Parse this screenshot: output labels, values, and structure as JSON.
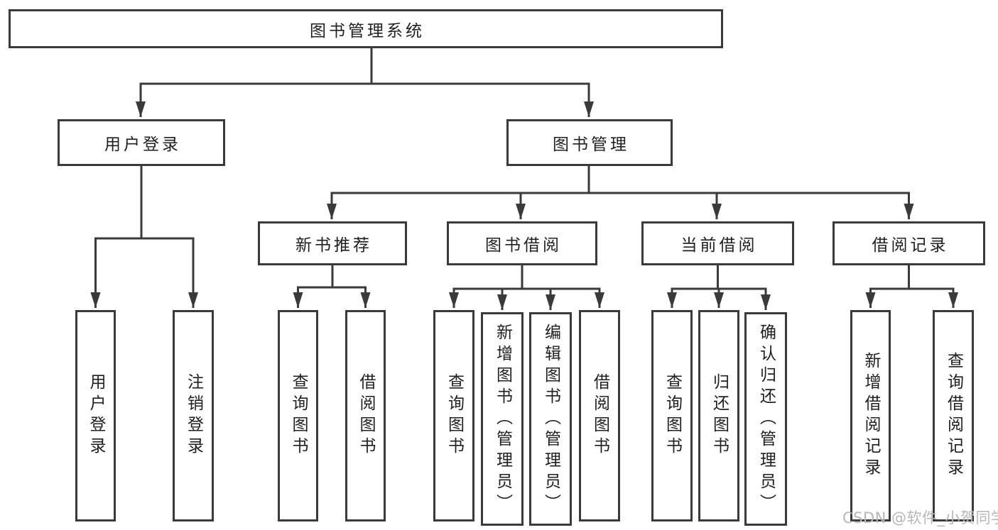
{
  "nodes": {
    "root": "图书管理系统",
    "user_login": "用户登录",
    "book_management": "图书管理",
    "new_book_recommend": "新书推荐",
    "book_borrow": "图书借阅",
    "current_borrow": "当前借阅",
    "borrow_records": "借阅记录"
  },
  "leaves": {
    "user_login": [
      "用户登录",
      "注销登录"
    ],
    "new_book_recommend": [
      "查询图书",
      "借阅图书"
    ],
    "book_borrow": [
      "查询图书",
      "新增图书（管理员）",
      "编辑图书（管理员）",
      "借阅图书"
    ],
    "current_borrow": [
      "查询图书",
      "归还图书",
      "确认归还（管理员）"
    ],
    "borrow_records": [
      "新增借阅记录",
      "查询借阅记录"
    ]
  },
  "watermark": "CSDN @软件_小贺同学",
  "colors": {
    "line": "#3a3a3a",
    "text": "#1f1f1f",
    "watermark": "#b7b7b7",
    "background": "#ffffff"
  }
}
